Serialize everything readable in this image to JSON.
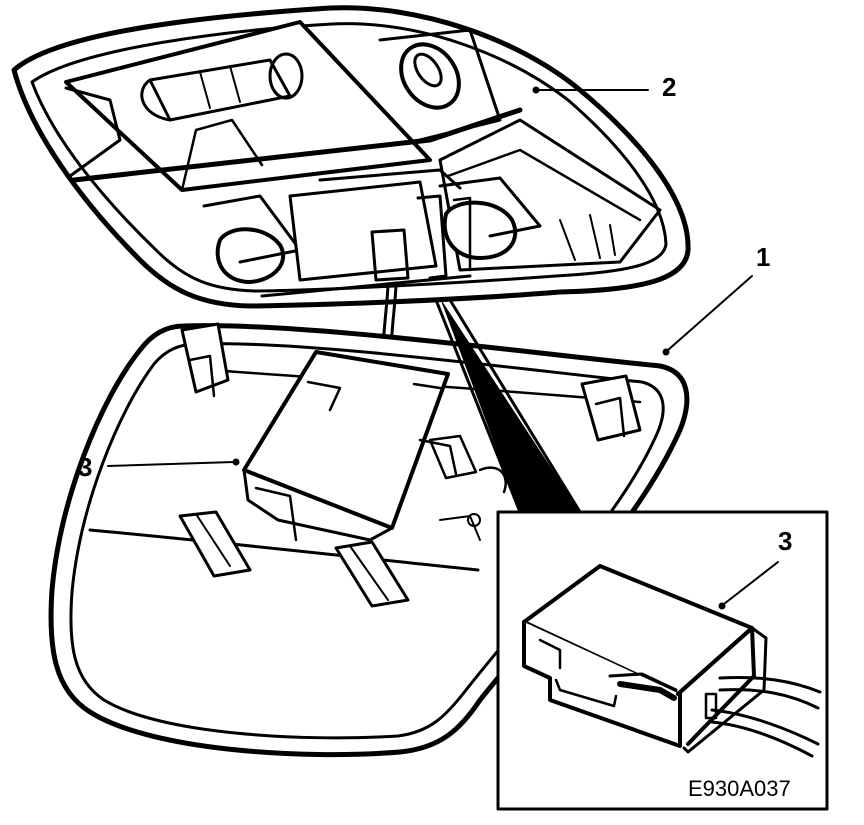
{
  "callouts": {
    "c1": "1",
    "c2": "2",
    "c3_main": "3",
    "c3_inset": "3"
  },
  "figure_code": "E930A037",
  "colors": {
    "line": "#000000",
    "fill": "#ffffff",
    "shade": "#d9d9d9"
  }
}
